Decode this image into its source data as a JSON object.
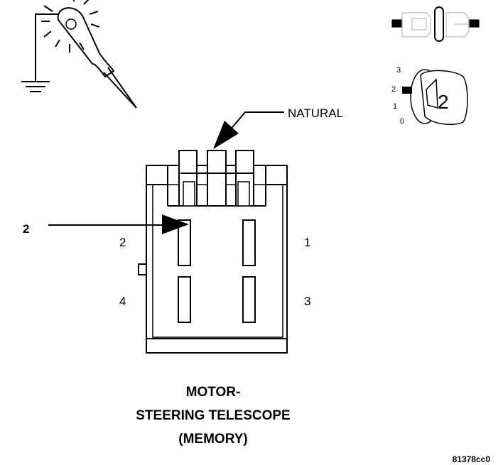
{
  "callouts": {
    "natural": "NATURAL",
    "arrow_label": "2"
  },
  "pins": {
    "p1": "1",
    "p2": "2",
    "p3": "3",
    "p4": "4"
  },
  "ignition_switch": {
    "positions": [
      "3",
      "2",
      "1",
      "0"
    ],
    "key_number": "2"
  },
  "title": {
    "line1": "MOTOR-",
    "line2": "STEERING TELESCOPE",
    "line3": "(MEMORY)"
  },
  "figure_code": "81378cc0"
}
